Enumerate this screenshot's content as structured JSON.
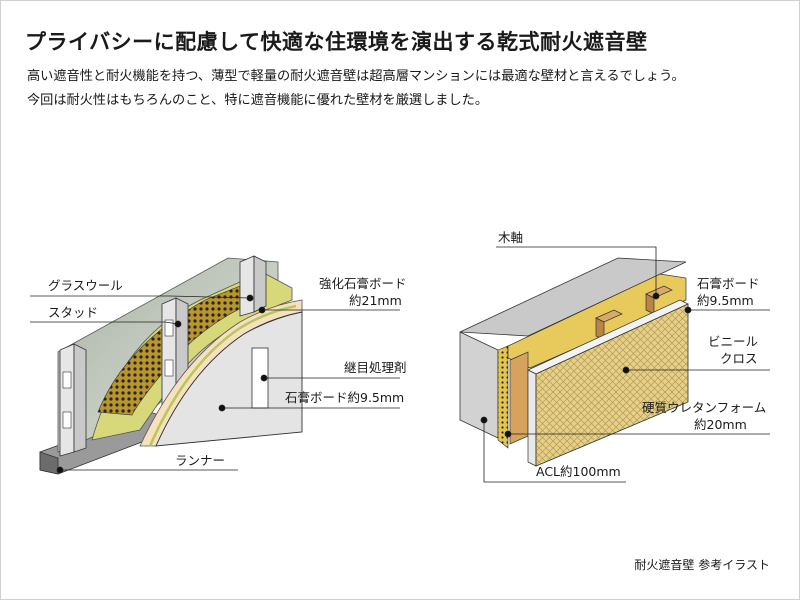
{
  "title": "プライバシーに配慮して快適な住環境を演出する乾式耐火遮音壁",
  "lead": {
    "line1": "高い遮音性と耐火機能を持つ、薄型で軽量の耐火遮音壁は超高層マンションには最適な壁材と言えるでしょう。",
    "line2": "今回は耐火性はもちろんのこと、特に遮音機能に優れた壁材を厳選しました。"
  },
  "left_diagram": {
    "labels": {
      "glass_wool": "グラスウール",
      "stud": "スタッド",
      "reinforced_gypsum_1": "強化石膏ボード",
      "reinforced_gypsum_2": "約21mm",
      "joint_treatment": "継目処理剤",
      "gypsum_board": "石膏ボード約9.5mm",
      "runner": "ランナー"
    }
  },
  "right_diagram": {
    "labels": {
      "wood_frame": "木軸",
      "gypsum_1": "石膏ボード",
      "gypsum_2": "約9.5mm",
      "vinyl_1": "ビニール",
      "vinyl_2": "クロス",
      "urethane_1": "硬質ウレタンフォーム",
      "urethane_2": "約20mm",
      "acl": "ACL約100mm"
    }
  },
  "caption": "耐火遮音壁 参考イラスト"
}
